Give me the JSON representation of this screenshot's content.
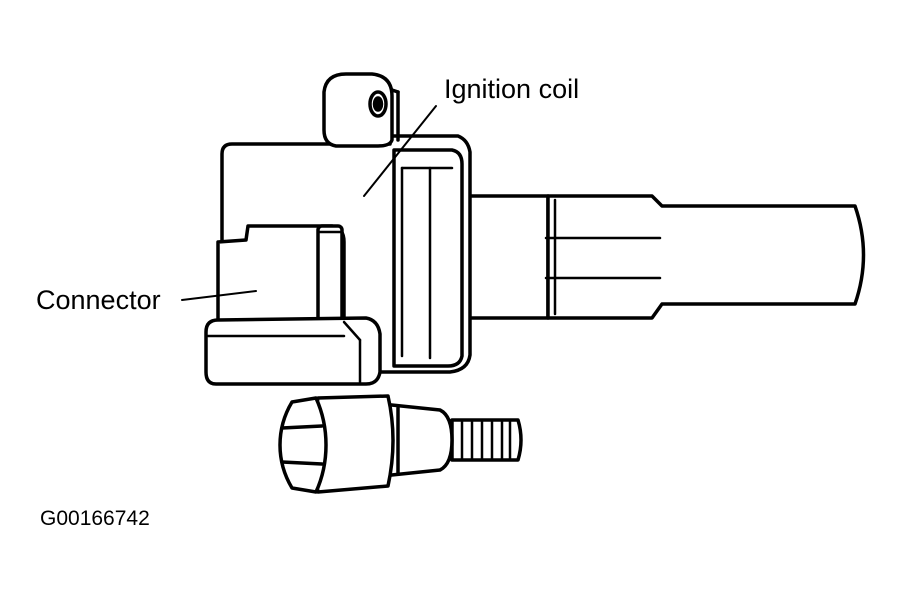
{
  "labels": {
    "ignition_coil": "Ignition coil",
    "connector": "Connector"
  },
  "figure_id": "G00166742",
  "colors": {
    "line": "#000000",
    "background": "#ffffff"
  }
}
